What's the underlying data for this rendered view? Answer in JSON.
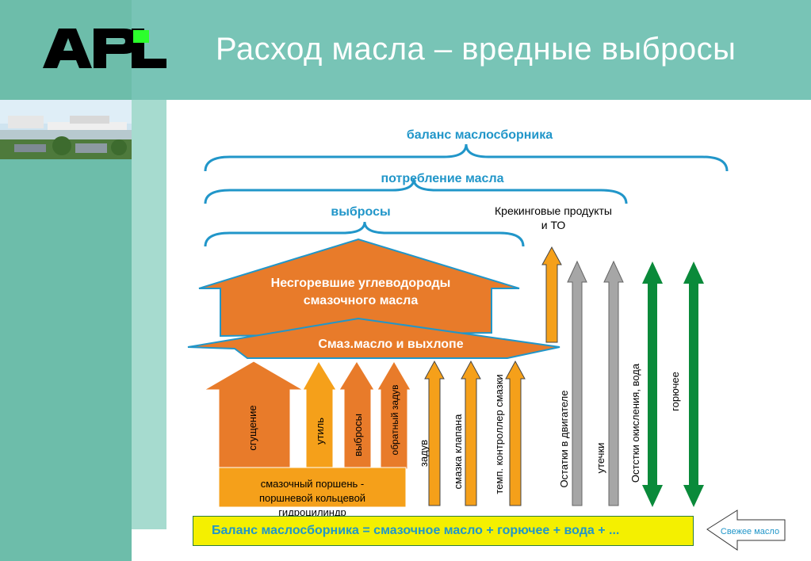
{
  "header": {
    "logo_text": "APL",
    "title": "Расход масла – вредные выбросы"
  },
  "colors": {
    "header_bg": "#78c4b6",
    "sidebar_bg": "#6dbdaa",
    "orange": "#e87b2a",
    "orange_light": "#f5a01a",
    "gray": "#a6a6a6",
    "green": "#0a8a3a",
    "blue_text": "#2196c9",
    "yellow": "#f4f000"
  },
  "braces": {
    "balance": "баланс маслосборника",
    "consumption": "потребление масла",
    "emissions": "выбросы",
    "cracking": [
      "Крекинговые продукты",
      "и ТО"
    ]
  },
  "blocks": {
    "unburnt": [
      "Несгоревшие углеводороды",
      "смазочного масла"
    ],
    "exhaust": "Смаз.масло и выхлопе",
    "piston": [
      "смазочный поршень -",
      "поршневой кольцевой",
      "гидроцилиндр"
    ]
  },
  "arrows": {
    "condensation": "сгущение",
    "utilization": "утиль",
    "emissions": "выбросы",
    "blowback": "обратный задув",
    "blowby": "задув",
    "valve_lube": "смазка клапана",
    "temp_controller": "темп. контроллер смазки",
    "engine_residue": "Остатки в двигателе",
    "leaks": "утечки",
    "oxidation": "Остстки окисления, вода",
    "fuel": "горючее"
  },
  "footer": {
    "formula": "Баланс маслосборника = смазочное масло + горючее + вода + ...",
    "fresh_oil": "Свежее масло"
  }
}
